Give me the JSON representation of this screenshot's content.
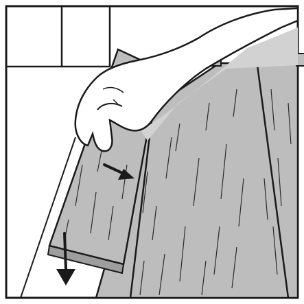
{
  "figure": {
    "subject": "laminate-plank-installation-step",
    "arrows": [
      "push-right",
      "press-down"
    ],
    "colors": {
      "background": "#ffffff",
      "line": "#1a1a1a",
      "plank": "#bdbdbd",
      "plank_edge": "#9e9e9e",
      "hand": "#ffffff",
      "hand_shadow": "#d2d2d2"
    }
  }
}
